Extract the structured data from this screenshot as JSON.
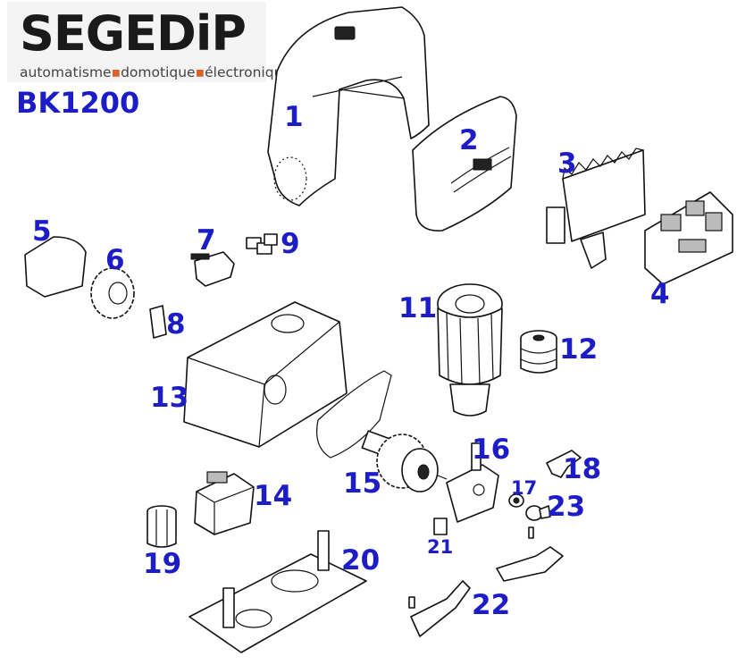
{
  "brand": {
    "name": "SEGEDiP",
    "tagline_parts": [
      "automatisme",
      "domotique",
      "électronique"
    ],
    "tagline_dot_color": "#e0602a"
  },
  "model": "BK1200",
  "label_color": "#1d1dc8",
  "part_labels": [
    "1",
    "2",
    "3",
    "4",
    "5",
    "6",
    "7",
    "8",
    "9",
    "11",
    "12",
    "13",
    "14",
    "15",
    "16",
    "17",
    "18",
    "19",
    "20",
    "21",
    "22",
    "23"
  ]
}
